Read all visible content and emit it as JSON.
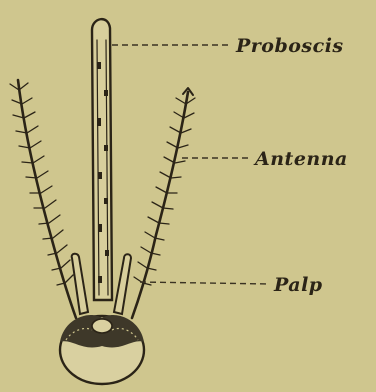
{
  "labels": {
    "proboscis": "Proboscis",
    "antenna": "Antenna",
    "palp": "Palp"
  },
  "colors": {
    "background": "#cfc68e",
    "ink": "#2b2417",
    "shadow": "#3e3829"
  },
  "icons": [
    "mosquito-head-illustration"
  ]
}
